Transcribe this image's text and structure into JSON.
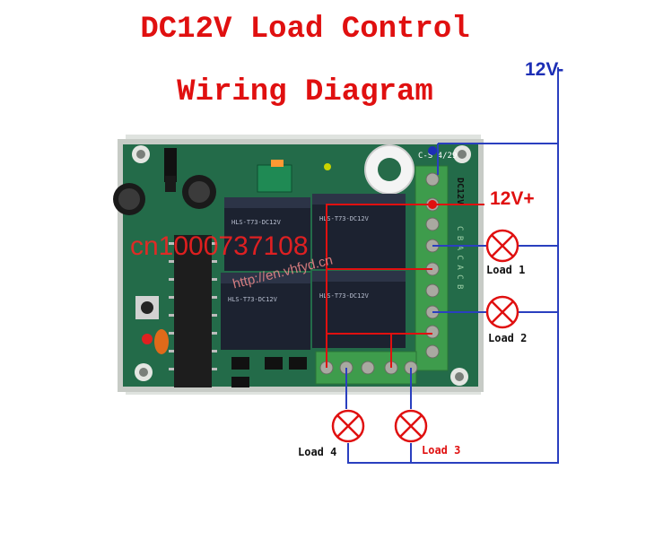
{
  "title_line1": "DC12V Load Control",
  "title_line2": "Wiring Diagram",
  "power": {
    "negative": "12V-",
    "positive": "12V+"
  },
  "board": {
    "dc_label": "DC12V",
    "terminal_letters": "C B A C A C B",
    "relay_text": "HLS-T73-DC12V",
    "header_text": "C-S 4/29"
  },
  "loads": [
    {
      "label": "Load 1"
    },
    {
      "label": "Load 2"
    },
    {
      "label": "Load 3"
    },
    {
      "label": "Load 4"
    }
  ],
  "watermark": {
    "main": "cn1000737108",
    "sub": "http://en.vhfyd.cn"
  },
  "colors": {
    "title": "#e01010",
    "wire": "#2a3fbf",
    "negative_label": "#1d2fb5",
    "positive_label": "#e01010",
    "load3_label": "#e01010",
    "pcb": "#1b6b4a",
    "terminal": "#3c9a4a",
    "relay": "#1c2230"
  }
}
